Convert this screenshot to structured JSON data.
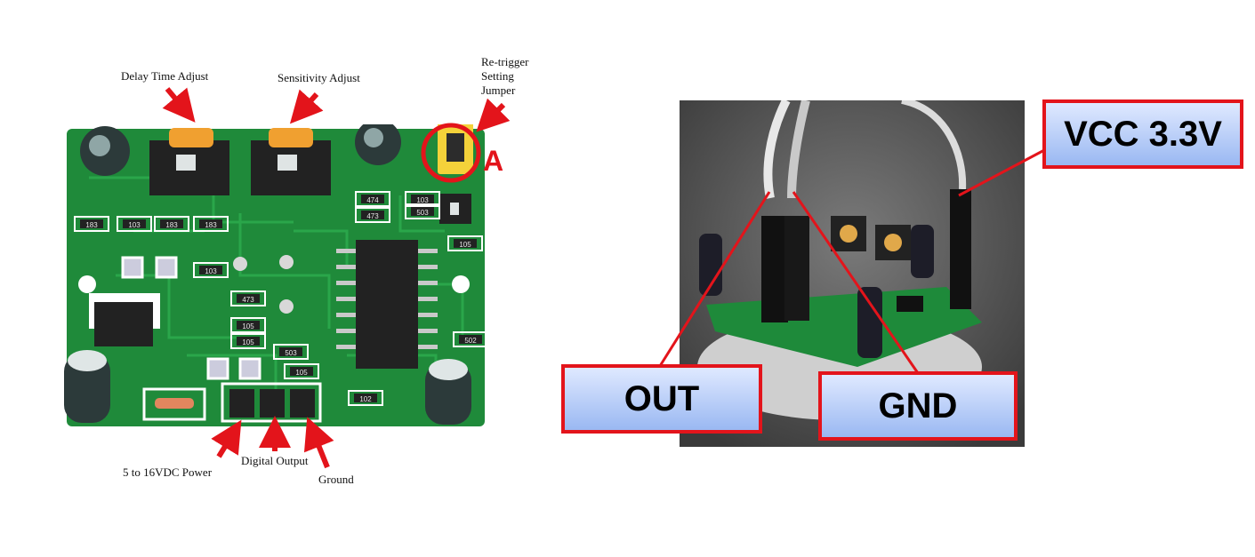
{
  "left": {
    "labels": {
      "delay": "Delay Time Adjust",
      "sensitivity": "Sensitivity Adjust",
      "retrigger_1": "Re-trigger",
      "retrigger_2": "Setting",
      "retrigger_3": "Jumper",
      "marker": "A",
      "power": "5 to 16VDC Power",
      "digital": "Digital Output",
      "ground": "Ground"
    },
    "silkscreen": [
      "183",
      "103",
      "183",
      "183",
      "105",
      "105",
      "105",
      "103",
      "473",
      "503",
      "105",
      "102",
      "473",
      "474",
      "503",
      "103",
      "502"
    ]
  },
  "right": {
    "callouts": {
      "vcc": "VCC 3.3V",
      "out": "OUT",
      "gnd": "GND"
    }
  },
  "colors": {
    "arrow": "#e3141b",
    "pcb": "#1f8a3a",
    "callout_border": "#e3141b",
    "callout_fill": "#b7cdf7"
  }
}
